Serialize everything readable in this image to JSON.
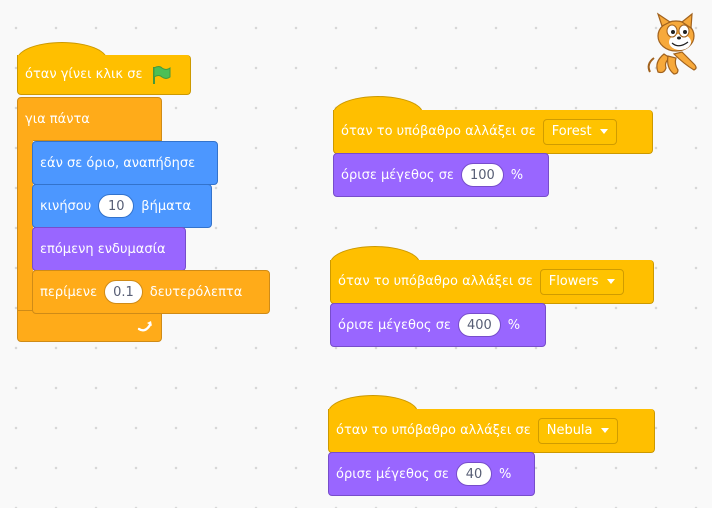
{
  "script1": {
    "hat_label": "όταν γίνει κλικ σε",
    "flag_icon": "green-flag-icon",
    "forever_label": "για πάντα",
    "bounce_label": "εάν σε όριο, αναπήδησε",
    "move_label": "κινήσου",
    "move_steps": "10",
    "move_unit": "βήματα",
    "next_costume_label": "επόμενη ενδυμασία",
    "wait_label": "περίμενε",
    "wait_value": "0.1",
    "wait_unit": "δευτερόλεπτα",
    "loop_icon": "loop-arrow-icon"
  },
  "backdrop_scripts": [
    {
      "hat_label": "όταν το υπόβαθρο αλλάξει σε",
      "backdrop": "Forest",
      "size_label": "όρισε μέγεθος σε",
      "size_value": "100",
      "unit": "%"
    },
    {
      "hat_label": "όταν το υπόβαθρο αλλάξει σε",
      "backdrop": "Flowers",
      "size_label": "όρισε μέγεθος σε",
      "size_value": "400",
      "unit": "%"
    },
    {
      "hat_label": "όταν το υπόβαθρο αλλάξει σε",
      "backdrop": "Nebula",
      "size_label": "όρισε μέγεθος σε",
      "size_value": "40",
      "unit": "%"
    }
  ],
  "sprite_icon": "scratch-cat-icon",
  "colors": {
    "events": "#ffbf00",
    "control": "#ffab19",
    "motion": "#4c97ff",
    "looks": "#9966ff",
    "background": "#f9f9f9"
  }
}
